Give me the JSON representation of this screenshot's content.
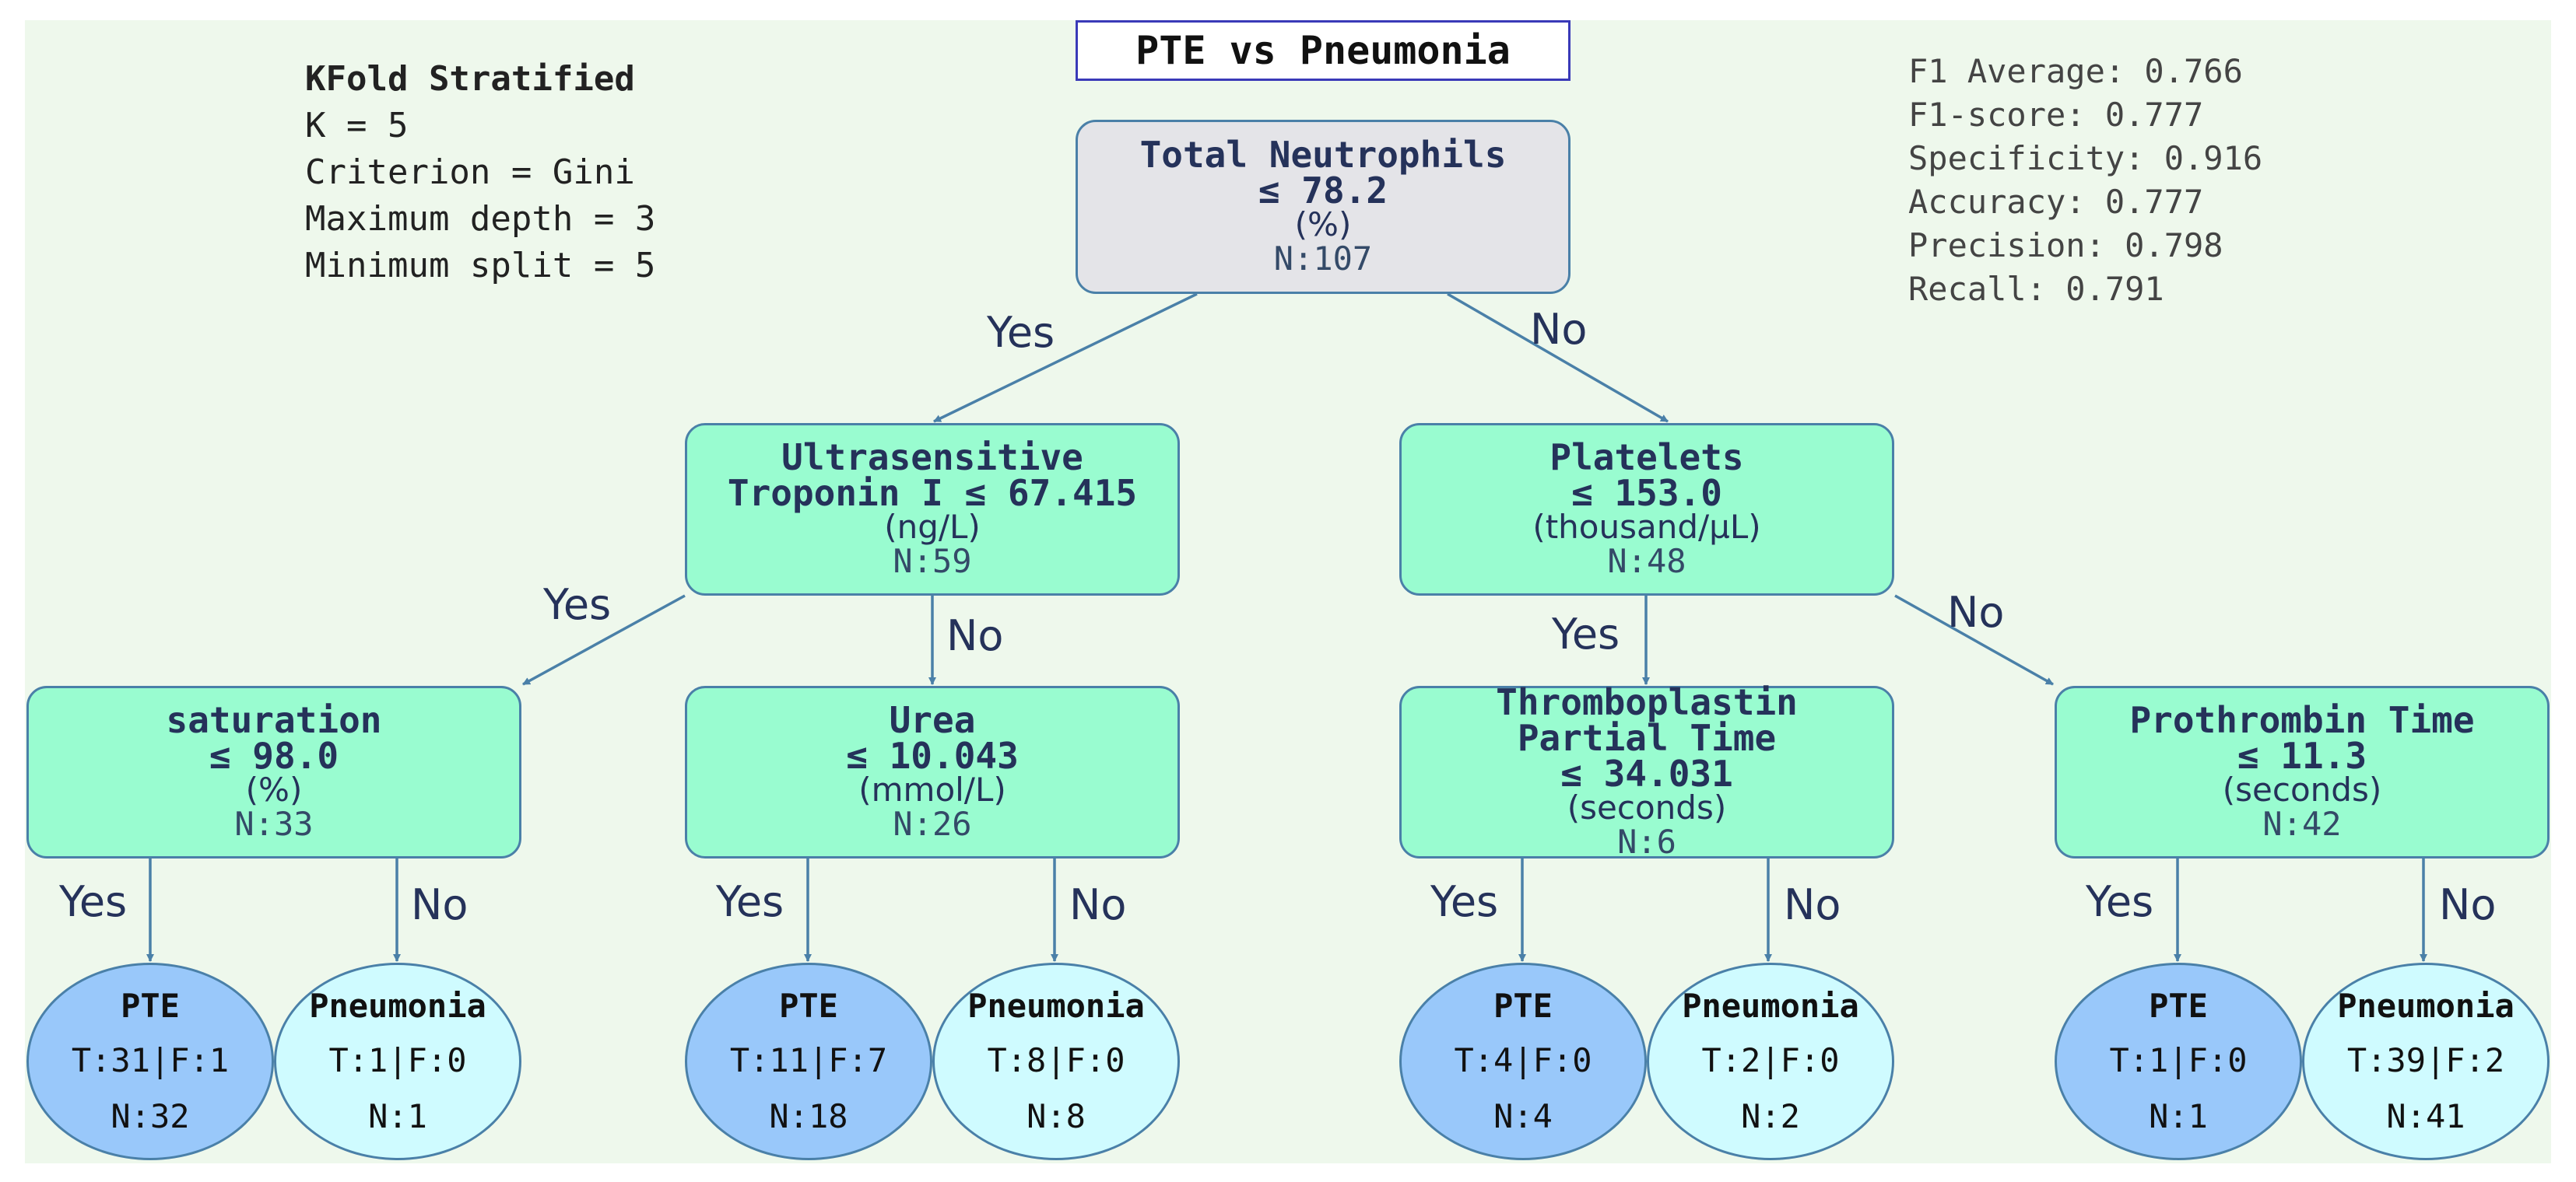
{
  "title": "PTE vs Pneumonia",
  "params": {
    "heading": "KFold Stratified",
    "lines": [
      "K = 5",
      "Criterion = Gini",
      "Maximum depth = 3",
      "Minimum split = 5"
    ]
  },
  "metrics": [
    "F1 Average: 0.766",
    "F1-score: 0.777",
    "Specificity: 0.916",
    "Accuracy: 0.777",
    "Precision: 0.798",
    "Recall: 0.791"
  ],
  "edge_labels": {
    "yes": "Yes",
    "no": "No"
  },
  "nodes": {
    "root": {
      "name": "Total Neutrophils",
      "rule": "≤ 78.2",
      "unit": "(%)",
      "n": "N:107"
    },
    "trop": {
      "name": "Ultrasensitive",
      "rule": "Troponin I ≤ 67.415",
      "unit": "(ng/L)",
      "n": "N:59"
    },
    "plat": {
      "name": "Platelets",
      "rule": "≤ 153.0",
      "unit": "(thousand/µL)",
      "n": "N:48"
    },
    "sat": {
      "name": "saturation",
      "rule": "≤ 98.0",
      "unit": "(%)",
      "n": "N:33"
    },
    "urea": {
      "name": "Urea",
      "rule": "≤ 10.043",
      "unit": "(mmol/L)",
      "n": "N:26"
    },
    "thromb": {
      "name": "Thromboplastin",
      "name2": "Partial Time",
      "rule": "≤ 34.031",
      "unit": "(seconds)",
      "n": "N:6"
    },
    "proth": {
      "name": "Prothrombin Time",
      "rule": "≤ 11.3",
      "unit": "(seconds)",
      "n": "N:42"
    }
  },
  "leaves": [
    {
      "cls": "PTE",
      "tf": "T:31|F:1",
      "n": "N:32"
    },
    {
      "cls": "Pneumonia",
      "tf": "T:1|F:0",
      "n": "N:1"
    },
    {
      "cls": "PTE",
      "tf": "T:11|F:7",
      "n": "N:18"
    },
    {
      "cls": "Pneumonia",
      "tf": "T:8|F:0",
      "n": "N:8"
    },
    {
      "cls": "PTE",
      "tf": "T:4|F:0",
      "n": "N:4"
    },
    {
      "cls": "Pneumonia",
      "tf": "T:2|F:0",
      "n": "N:2"
    },
    {
      "cls": "PTE",
      "tf": "T:1|F:0",
      "n": "N:1"
    },
    {
      "cls": "Pneumonia",
      "tf": "T:39|F:2",
      "n": "N:41"
    }
  ],
  "colors": {
    "background": "#eef8ec",
    "root_fill": "#e4e4e8",
    "inner_fill": "#99fcd0",
    "pte_fill": "#99c8fa",
    "pneumonia_fill": "#cffbff",
    "edge": "#4a80a8",
    "title_border": "#3a3ab8"
  }
}
